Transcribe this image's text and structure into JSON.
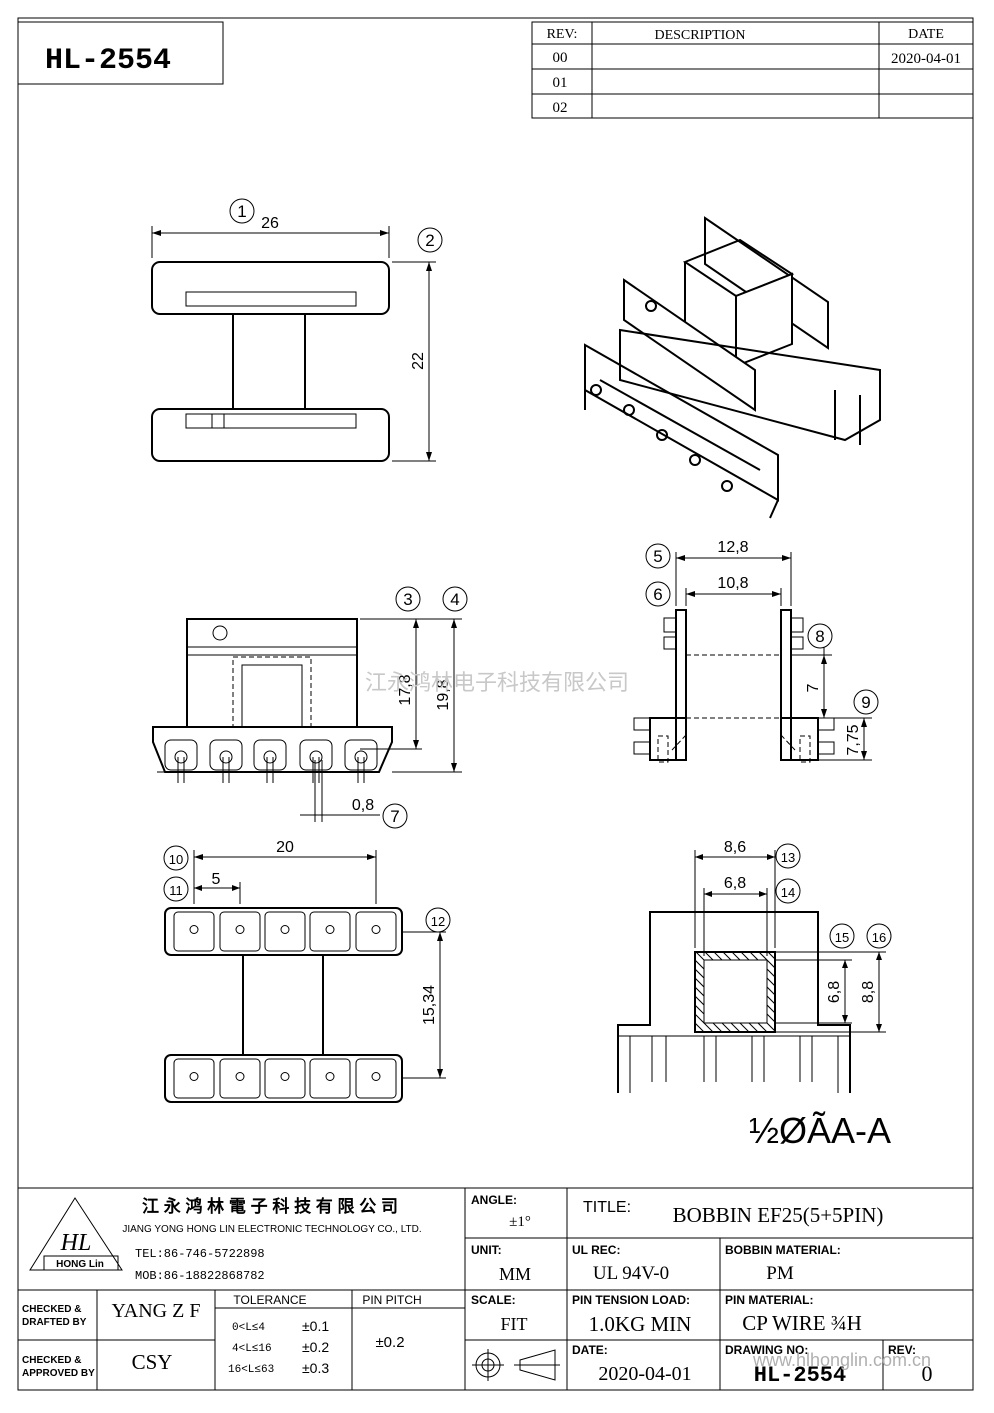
{
  "part_number": "HL-2554",
  "revision_table": {
    "headers": [
      "REV:",
      "DESCRIPTION",
      "DATE"
    ],
    "rows": [
      {
        "rev": "00",
        "description": "",
        "date": "2020-04-01"
      },
      {
        "rev": "01",
        "description": "",
        "date": ""
      },
      {
        "rev": "02",
        "description": "",
        "date": ""
      }
    ]
  },
  "dimensions": {
    "d26": "26",
    "d22": "22",
    "d17_8": "17,8",
    "d19_8": "19,8",
    "d0_8": "0,8",
    "d12_8": "12,8",
    "d10_8": "10,8",
    "d7": "7",
    "d7_75": "7,75",
    "d20": "20",
    "d5": "5",
    "d15_34": "15,34",
    "d8_6": "8,6",
    "d6_8a": "6,8",
    "d6_8b": "6,8",
    "d8_8": "8,8"
  },
  "balloons": [
    "1",
    "2",
    "3",
    "4",
    "5",
    "6",
    "7",
    "8",
    "9",
    "10",
    "11",
    "12",
    "13",
    "14",
    "15",
    "16"
  ],
  "watermark": "江永鸿林电子科技有限公司",
  "section_label": "½ØÃA-A",
  "title_block": {
    "company_cn": "江 永 鸿 林 電 子 科 技 有 限 公 司",
    "company_en": "JIANG YONG HONG LIN ELECTRONIC TECHNOLOGY CO., LTD.",
    "logo_text": "HL",
    "logo_sub": "HONG Lin",
    "tel": "TEL:86-746-5722898",
    "mob": "MOB:86-18822868782",
    "angle_label": "ANGLE:",
    "angle_value": "±1°",
    "title_label": "TITLE:",
    "title_value": "BOBBIN EF25(5+5PIN)",
    "unit_label": "UNIT:",
    "unit_value": "MM",
    "ul_label": "UL REC:",
    "ul_value": "UL 94V-0",
    "bobbin_mat_label": "BOBBIN MATERIAL:",
    "bobbin_mat_value": "PM",
    "checked_drafted_label1": "CHECKED &",
    "checked_drafted_label2": "DRAFTED BY",
    "drafted_value": "YANG Z F",
    "tolerance_label": "TOLERANCE",
    "tolerance_rows": [
      {
        "range": "0<L≤4",
        "tol": "±0.1"
      },
      {
        "range": "4<L≤16",
        "tol": "±0.2"
      },
      {
        "range": "16<L≤63",
        "tol": "±0.3"
      }
    ],
    "pin_pitch_label": "PIN PITCH",
    "pin_pitch_value": "±0.2",
    "scale_label": "SCALE:",
    "scale_value": "FIT",
    "pin_tension_label": "PIN TENSION LOAD:",
    "pin_tension_value": "1.0KG MIN",
    "pin_mat_label": "PIN MATERIAL:",
    "pin_mat_value": "CP WIRE ¾H",
    "checked_approved_label1": "CHECKED &",
    "checked_approved_label2": "APPROVED BY",
    "approved_value": "CSY",
    "date_label": "DATE:",
    "date_value": "2020-04-01",
    "drawing_no_label": "DRAWING NO:",
    "drawing_no_value": "HL-2554",
    "rev_label": "REV:",
    "rev_value": "0",
    "website": "www.hlhonglin.com.cn"
  }
}
